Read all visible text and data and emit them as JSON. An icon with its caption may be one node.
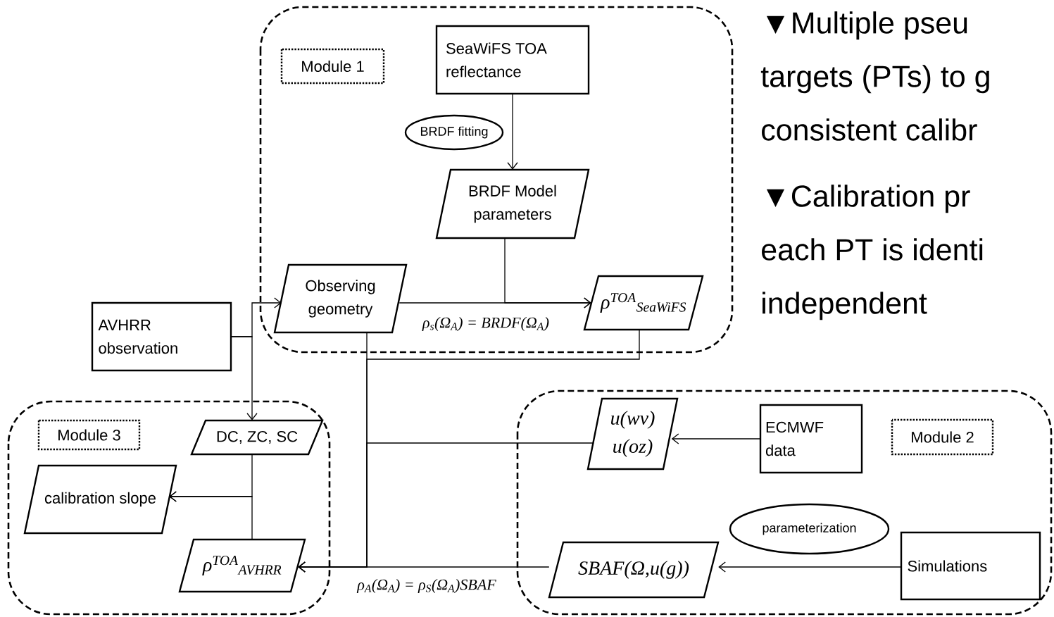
{
  "diagram": {
    "nodes": [
      {
        "text": [],
        "shape": "box"
      },
      {
        "text": [
          "Module 1"
        ],
        "in": 0
      },
      {
        "text": [
          "SeaWiFS TOA reflectance"
        ],
        "in": 0
      },
      {
        "text": [
          "BRDF fitting"
        ],
        "in": 0
      },
      {
        "text": [
          "BRDF Model parameters"
        ],
        "in": 0
      },
      {
        "text": [
          "Observing geometry"
        ],
        "in": 0
      },
      {
        "text": [
          "ρ$^{TOA}$$_{SeaWiFS}$"
        ],
        "in": 0
      },
      {
        "text": [
          "AVHRR observation"
        ]
      },
      {
        "text": [],
        "shape": "box"
      },
      {
        "text": [
          "Module 3"
        ],
        "in": 8
      },
      {
        "text": [
          "DC, ZC, SC"
        ],
        "in": 8
      },
      {
        "text": [
          "calibration slope"
        ],
        "in": 8
      },
      {
        "text": [
          "ρ$^{TOA}$$_{AVHRR}$"
        ],
        "in": 8
      },
      {
        "text": [],
        "shape": "box"
      },
      {
        "text": [
          "u(wv)",
          "u(oz)"
        ],
        "in": 13
      },
      {
        "text": [
          "ECMWF data"
        ],
        "in": 13
      },
      {
        "text": [
          "Module 2"
        ],
        "in": 13
      },
      {
        "text": [
          "parameterization"
        ],
        "in": 13
      },
      {
        "text": [
          "SBAF(Ω,u(g))"
        ],
        "in": 13
      },
      {
        "text": [
          "Simulations"
        ],
        "in": 13
      }
    ],
    "edges": [
      {
        "from": 2,
        "to": 4,
        "arrow": "to"
      },
      {
        "from": 5,
        "to": 6,
        "arrow": "to",
        "label": "ρ$_{s}$(Ω$_{A}$) = BRDF(Ω$_{A}$)"
      },
      {
        "from": 4,
        "to": 6,
        "arrow": "to"
      },
      {
        "from": 7,
        "to": 5,
        "arrow": "to"
      },
      {
        "from": 7,
        "to": 10,
        "arrow": "to"
      },
      {
        "from": 5,
        "to": 12,
        "arrow": "to"
      },
      {
        "from": 6,
        "to": 12,
        "arrow": "to"
      },
      {
        "from": 14,
        "to": 12,
        "arrow": "to"
      },
      {
        "from": 18,
        "to": 12,
        "arrow": "to",
        "label": "ρ$_{A}$(Ω$_{A}$) = ρ$_{S}$(Ω$_{A}$)SBAF"
      },
      {
        "from": 10,
        "to": 11,
        "arrow": "to"
      },
      {
        "from": 12,
        "to": 11,
        "arrow": "to"
      },
      {
        "from": 15,
        "to": 14,
        "arrow": "to"
      },
      {
        "from": 19,
        "to": 18,
        "arrow": "to"
      }
    ],
    "labels": [
      "▼Multiple pseu targets (PTs) to g consistent calibr",
      "▼Calibration pr each PT is identi independent"
    ]
  }
}
